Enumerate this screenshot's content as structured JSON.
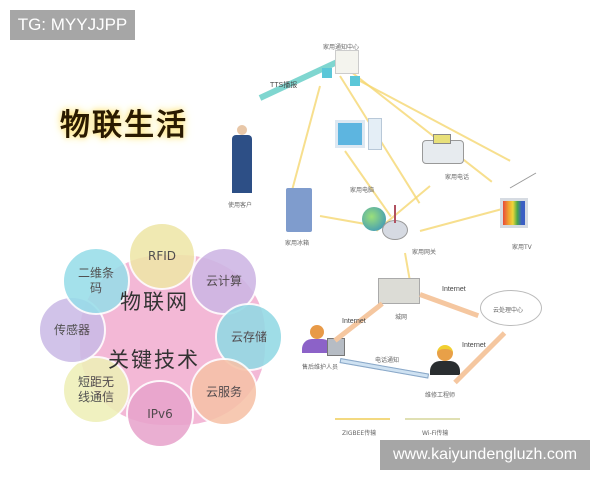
{
  "watermarks": {
    "top": "TG: MYYJJPP",
    "bottom": "www.kaiyundengluzh.com"
  },
  "title": "物联生活",
  "key_tech_diagram": {
    "center_line1": "物联网",
    "center_line2": "关键技术",
    "petals": [
      {
        "label": "RFID",
        "color": "#efe6a8"
      },
      {
        "label": "云计算",
        "color": "#cdb6e4"
      },
      {
        "label": "云存储",
        "color": "#92d9e4"
      },
      {
        "label": "云服务",
        "color": "#f6c2a8"
      },
      {
        "label": "IPv6",
        "color": "#e8a4cc"
      },
      {
        "label": "短距无线通信",
        "color": "#eef0b8"
      },
      {
        "label": "传感器",
        "color": "#cbbbe6"
      },
      {
        "label": "二维条码",
        "color": "#98dde9"
      }
    ]
  },
  "network_diagram": {
    "nodes": {
      "notify_center": "家用通知中心",
      "tts": "TTS播报",
      "user": "使用客户",
      "pc": "家用电脑",
      "phone": "家用电话",
      "fridge": "家用冰箱",
      "gateway": "家用网关",
      "tv": "家用TV",
      "router": "城网",
      "cloud": "云处理中心",
      "support": "售后维护人员",
      "engineer": "维修工程师",
      "phone_notify": "电话通知"
    },
    "links": {
      "internet_1": "Internet",
      "internet_2": "Internet",
      "internet_3": "Internet"
    },
    "legend": {
      "zigbee": "ZIGBEE传输",
      "wifi": "Wi-Fi传输"
    }
  }
}
